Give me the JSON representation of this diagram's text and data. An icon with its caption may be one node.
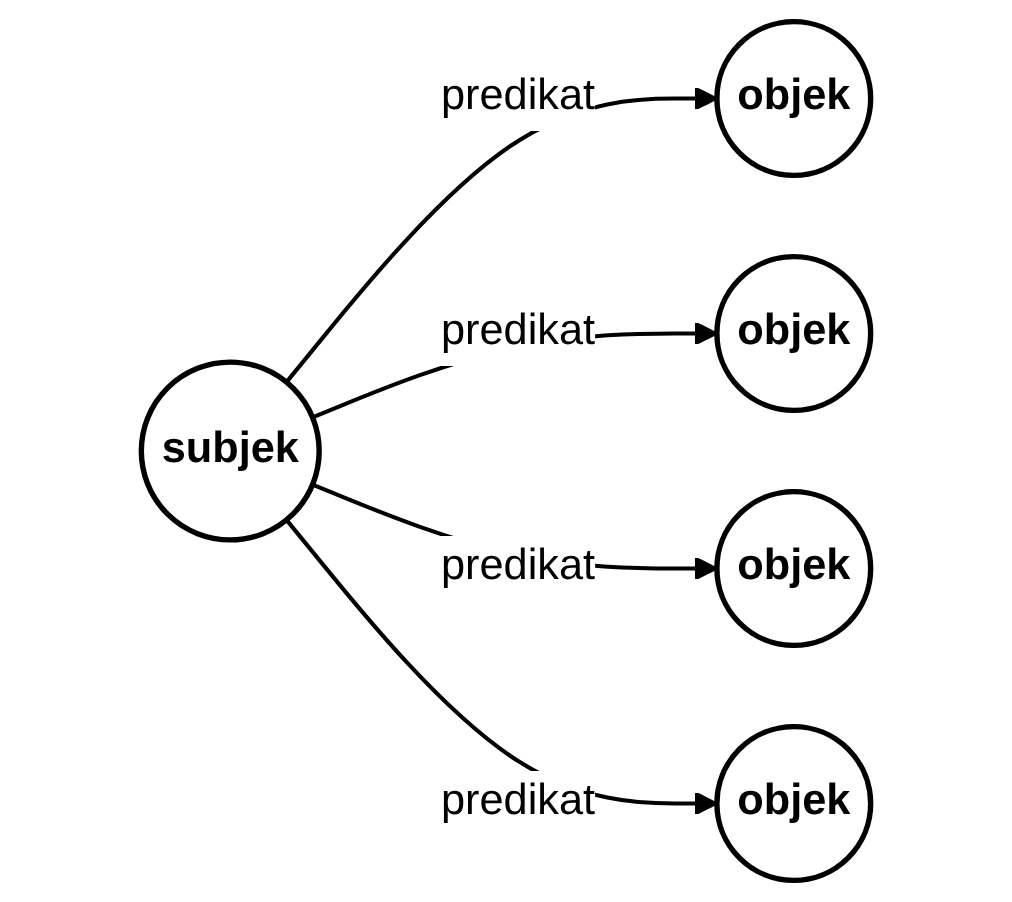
{
  "diagram": {
    "nodes": [
      {
        "text": [
          "subjek"
        ]
      },
      {
        "text": [
          "objek"
        ]
      },
      {
        "text": [
          "objek"
        ]
      },
      {
        "text": [
          "objek"
        ]
      },
      {
        "text": [
          "objek"
        ]
      }
    ],
    "edges": [
      {
        "from": 0,
        "to": 1,
        "arrow": "to",
        "label": "predikat"
      },
      {
        "from": 0,
        "to": 2,
        "arrow": "to",
        "label": "predikat"
      },
      {
        "from": 0,
        "to": 3,
        "arrow": "to",
        "label": "predikat"
      },
      {
        "from": 0,
        "to": 4,
        "arrow": "to",
        "label": "predikat"
      }
    ]
  }
}
